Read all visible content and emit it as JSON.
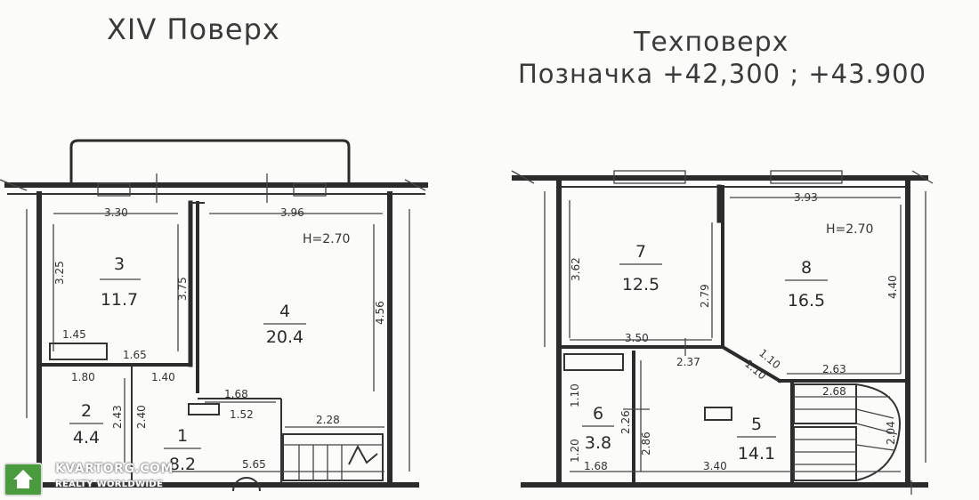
{
  "left_plan": {
    "title": "XIV Поверх",
    "rooms": [
      {
        "number": "3",
        "area": "11.7"
      },
      {
        "number": "4",
        "area": "20.4"
      },
      {
        "number": "2",
        "area": "4.4"
      },
      {
        "number": "1",
        "area": "8.2"
      }
    ],
    "ceiling": "H=2.70",
    "dims": {
      "d330": "3.30",
      "d396": "3.96",
      "d325": "3.25",
      "d375": "3.75",
      "d456": "4.56",
      "d145": "1.45",
      "d165": "1.65",
      "d180": "1.80",
      "d140": "1.40",
      "d168": "1.68",
      "d152": "1.52",
      "d228": "2.28",
      "d565": "5.65",
      "d240": "2.40",
      "d243": "2.43"
    }
  },
  "right_plan": {
    "title": "Техповерх",
    "subtitle": "Позначка +42,300 ; +43.900",
    "rooms": [
      {
        "number": "7",
        "area": "12.5"
      },
      {
        "number": "8",
        "area": "16.5"
      },
      {
        "number": "6",
        "area": "3.8"
      },
      {
        "number": "5",
        "area": "14.1"
      }
    ],
    "ceiling": "H=2.70",
    "dims": {
      "d393": "3.93",
      "d362": "3.62",
      "d279": "2.79",
      "d440": "4.40",
      "d350": "3.50",
      "d237": "2.37",
      "d110a": "1.10",
      "d110b": "1.10",
      "d263": "2.63",
      "d268": "2.68",
      "d110c": "1.10",
      "d226": "2.26",
      "d286": "2.86",
      "d204": "2.04",
      "d120": "1.20",
      "d168": "1.68",
      "d340": "3.40"
    }
  },
  "watermark": {
    "brand": "KVARTORG.COM",
    "tagline": "REALTY WORLDWIDE"
  }
}
